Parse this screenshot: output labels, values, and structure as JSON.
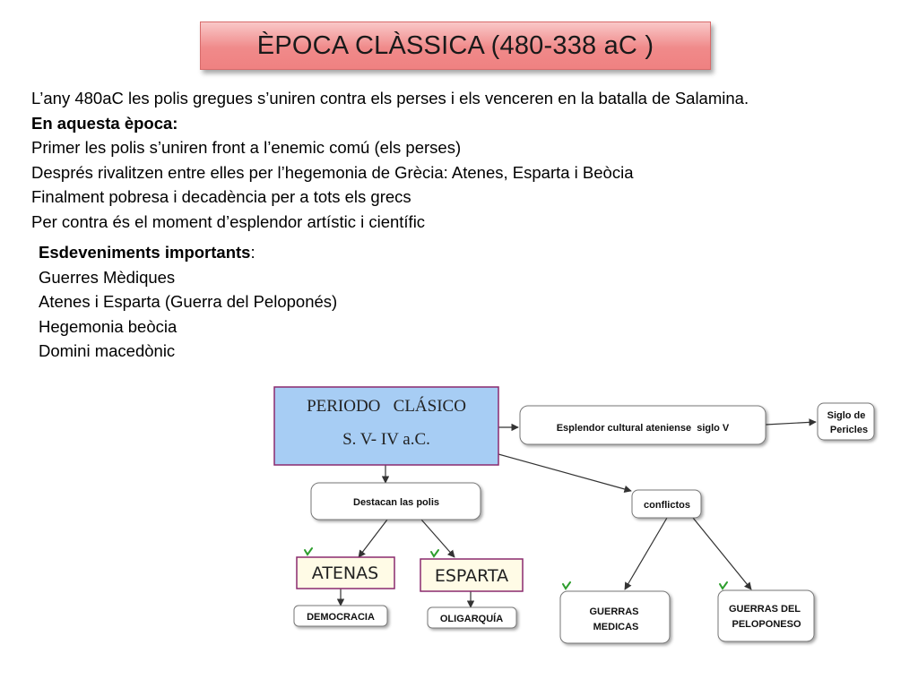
{
  "title": "ÈPOCA CLÀSSICA (480-338 aC )",
  "intro": {
    "line1": "L’any 480aC les polis gregues s’uniren contra els perses i els venceren en la batalla de Salamina.",
    "heading": "En aquesta època:",
    "lines": [
      "Primer les polis s’uniren front a l’enemic comú (els perses)",
      "Després  rivalitzen entre elles per l’hegemonia de Grècia: Atenes, Esparta i Beòcia",
      "Finalment pobresa i decadència per a tots els grecs",
      "Per contra és el moment d’esplendor artístic i científic"
    ]
  },
  "events": {
    "heading": "Esdeveniments importants",
    "heading_suffix": ":",
    "items": [
      "Guerres Mèdiques",
      "Atenes i Esparta (Guerra del Peloponés)",
      "Hegemonia beòcia",
      "Domini macedònic"
    ]
  },
  "diagram": {
    "periodo_line1": "PERIODO   CLÁSICO",
    "periodo_line2": "S. V- IV a.C.",
    "esplendor": "Esplendor cultural ateniense  siglo V",
    "siglo_line1": "Siglo de",
    "siglo_line2": "Pericles",
    "destacan": "Destacan las polis",
    "conflictos": "conflictos",
    "atenas": "ATENAS",
    "esparta": "ESPARTA",
    "democracia": "DEMOCRACIA",
    "oligarquia": "OLIGARQUÍA",
    "medicas_line1": "GUERRAS",
    "medicas_line2": "MEDICAS",
    "peloponeso_line1": "GUERRAS DEL",
    "peloponeso_line2": "PELOPONESO"
  },
  "colors": {
    "title_fill": "#f08a8a",
    "periodo_fill": "#a7cdf4",
    "polis_border": "#8a2a6e",
    "polis_fill": "#fffbe6",
    "check_color": "#2e9e2e"
  }
}
